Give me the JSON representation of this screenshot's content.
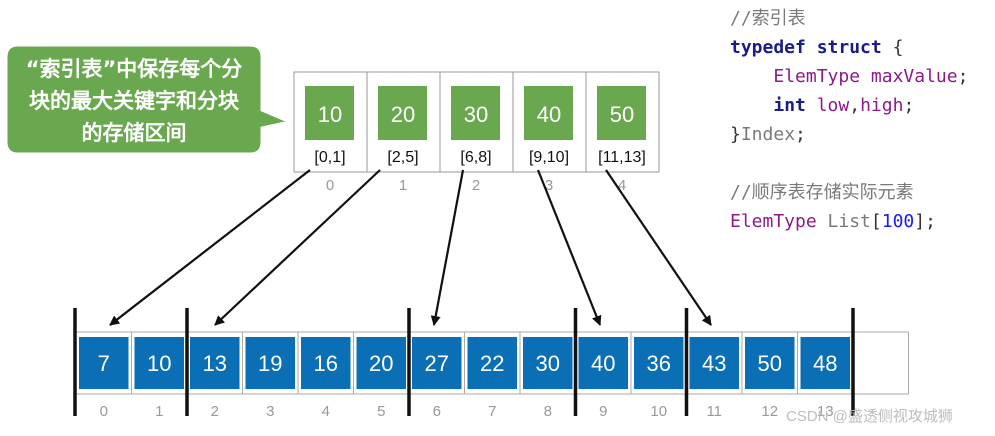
{
  "callout": {
    "lines": [
      "“索引表”中保存每个分",
      "块的最大关键字和分块",
      "的存储区间"
    ]
  },
  "index_table": [
    {
      "max": "10",
      "range": "[0,1]",
      "pos": "0"
    },
    {
      "max": "20",
      "range": "[2,5]",
      "pos": "1"
    },
    {
      "max": "30",
      "range": "[6,8]",
      "pos": "2"
    },
    {
      "max": "40",
      "range": "[9,10]",
      "pos": "3"
    },
    {
      "max": "50",
      "range": "[11,13]",
      "pos": "4"
    }
  ],
  "list": {
    "values": [
      "7",
      "10",
      "13",
      "19",
      "16",
      "20",
      "27",
      "22",
      "30",
      "40",
      "36",
      "43",
      "50",
      "48"
    ],
    "indices": [
      "0",
      "1",
      "2",
      "3",
      "4",
      "5",
      "6",
      "7",
      "8",
      "9",
      "10",
      "11",
      "12",
      "13"
    ],
    "block_starts": [
      0,
      2,
      6,
      9,
      11
    ]
  },
  "code": {
    "comment1": "//索引表",
    "typedef_kw": "typedef",
    "struct_kw": "struct",
    "brace_open": "{",
    "elemtype1": "ElemType",
    "maxvalue": "maxValue",
    "semi1": ";",
    "int_kw": "int",
    "low": "low",
    "comma": ",",
    "high": "high",
    "semi2": ";",
    "brace_close": "}",
    "index_name": "Index",
    "semi3": ";",
    "comment2": "//顺序表存储实际元素",
    "elemtype2": "ElemType",
    "list_name": "List",
    "bracket_open": "[",
    "size": "100",
    "bracket_close": "]",
    "semi4": ";"
  },
  "watermark": "CSDN @盛透侧视攻城狮",
  "colors": {
    "green": "#6aa84f",
    "blue": "#0a6fb5",
    "callout_border": "#ffffff"
  }
}
